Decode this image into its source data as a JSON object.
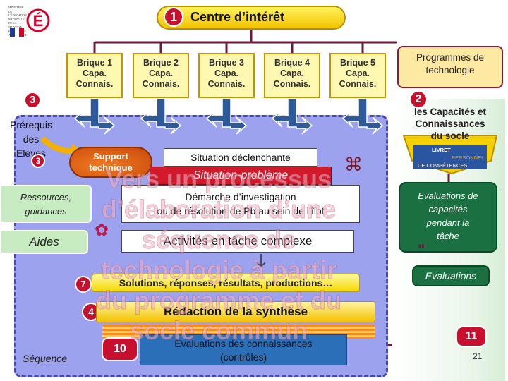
{
  "header": {
    "number": "1",
    "label": "Centre d’intérêt"
  },
  "logo": {
    "lines": [
      "MINISTÈRE",
      "DE",
      "L'ÉDUCATION",
      "NATIONALE",
      "DE LA JEUNESSE",
      "ET DE LA VIE ASSOCIATIVE"
    ],
    "letter": "É",
    "accent_color": "#d4002a"
  },
  "bricks": [
    {
      "l1": "Brique 1",
      "l2": "Capa.",
      "l3": "Connais."
    },
    {
      "l1": "Brique 2",
      "l2": "Capa.",
      "l3": "Connais."
    },
    {
      "l1": "Brique 3",
      "l2": "Capa.",
      "l3": "Connais."
    },
    {
      "l1": "Brique 4",
      "l2": "Capa.",
      "l3": "Connais."
    },
    {
      "l1": "Brique 5",
      "l2": "Capa.",
      "l3": "Connais."
    }
  ],
  "programmes": {
    "l1": "Programmes de",
    "l2": "technologie"
  },
  "socle": {
    "number": "2",
    "l1": "les Capacités et",
    "l2": "Connaissances",
    "l3": "du socle",
    "livret_l1": "LIVRET",
    "livret_l2": "PERSONNEL",
    "livret_l3": "DE COMPÉTENCES"
  },
  "prereq": {
    "number": "3",
    "number_b": "3",
    "l1": "Prérequis",
    "l2": "des",
    "l3": "Elèves"
  },
  "support": {
    "l1": "Support",
    "l2": "technique"
  },
  "ressources": {
    "l1": "Ressources,",
    "l2": "guidances"
  },
  "aides": "Aides",
  "sequence": "Séquence",
  "situation_declenchante": "Situation déclenchante",
  "situation_probleme": "Situation-problème",
  "demarche": {
    "l1": "Démarche d’investigation",
    "l2": "ou de résolution de Pb au sein de l’îlot"
  },
  "activites": "Activités en tâche complexe",
  "solutions": {
    "number": "7",
    "label": "Solutions, réponses, résultats, productions…"
  },
  "redaction": {
    "number": "4",
    "label": "Rédaction de la synthèse"
  },
  "evaluation_conn": {
    "number": "10",
    "l1": "Evaluations des connaissances",
    "l2": "(contrôles)"
  },
  "evaluations_cap": {
    "l1": "Evaluations de",
    "l2": "capacités",
    "l3": "pendant la",
    "l4": "tâche"
  },
  "evaluations": "Evaluations",
  "right_number": "11",
  "page_number": "21",
  "overlay_title": {
    "l1": "Vers un processus",
    "l2": "d’élaboration d’une",
    "l3": "séquence de",
    "l4": "technologie à partir",
    "l5": "du programme et du",
    "l6": "socle commun"
  },
  "icons": {
    "command": "⌘",
    "flower": "✿",
    "quote": "\""
  }
}
